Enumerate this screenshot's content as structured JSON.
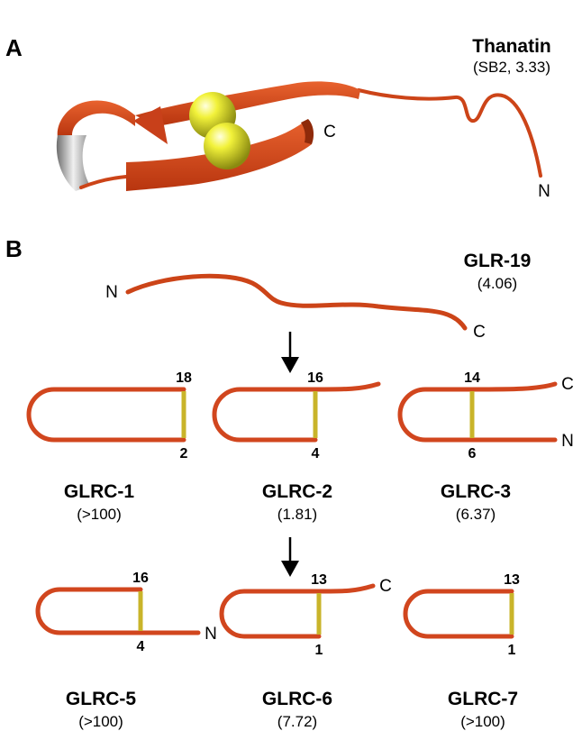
{
  "panel_a": {
    "letter": "A",
    "title": "Thanatin",
    "subtitle": "(SB2, 3.33)",
    "c_label": "C",
    "n_label": "N"
  },
  "panel_b": {
    "letter": "B",
    "title": "GLR-19",
    "subtitle": "(4.06)",
    "n_label": "N",
    "c_label": "C"
  },
  "colors": {
    "backbone": "#d1461e",
    "disulfide": "#c9b42a",
    "sulfur": "#e6e62a",
    "loop": "#b0b0b0"
  },
  "icons": [
    "down-arrow-icon",
    "down-arrow-icon"
  ],
  "peptides": [
    {
      "name": "GLRC-1",
      "value": "(>100)",
      "top": "18",
      "bottom": "2",
      "end": ""
    },
    {
      "name": "GLRC-2",
      "value": "(1.81)",
      "top": "16",
      "bottom": "4",
      "end": ""
    },
    {
      "name": "GLRC-3",
      "value": "(6.37)",
      "top": "14",
      "bottom": "6",
      "end": "C",
      "end2": "N"
    },
    {
      "name": "GLRC-5",
      "value": "(>100)",
      "top": "16",
      "bottom": "4",
      "end": "N"
    },
    {
      "name": "GLRC-6",
      "value": "(7.72)",
      "top": "13",
      "bottom": "1",
      "end": "C"
    },
    {
      "name": "GLRC-7",
      "value": "(>100)",
      "top": "13",
      "bottom": "1",
      "end": ""
    }
  ]
}
